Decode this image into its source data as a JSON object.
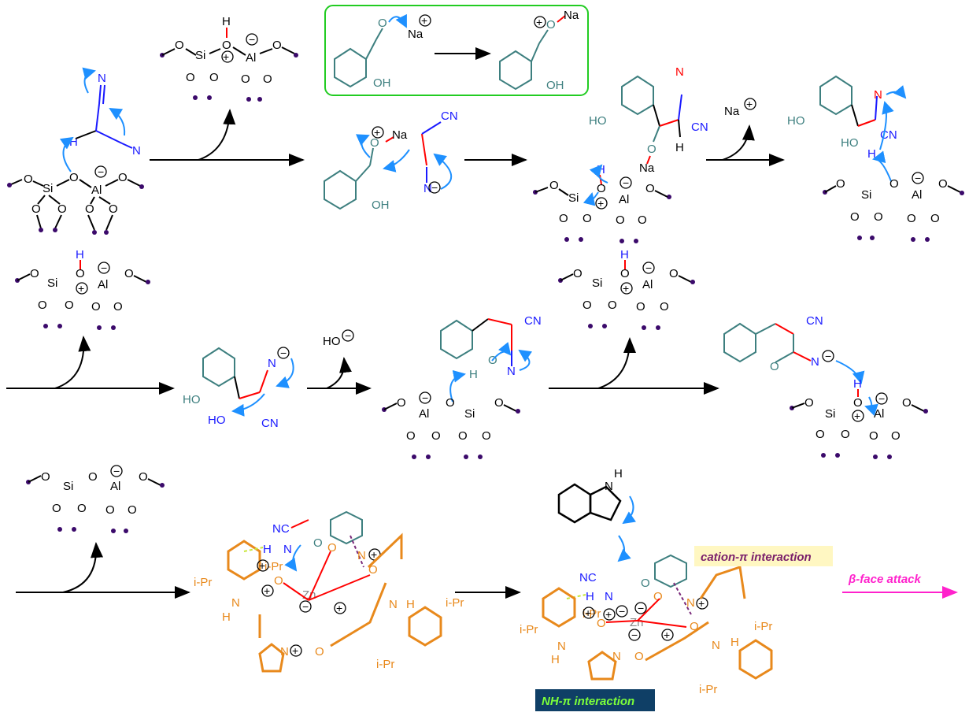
{
  "atoms": {
    "o": "O",
    "si": "Si",
    "al": "Al",
    "h": "H",
    "n": "N",
    "na": "Na",
    "oh": "OH",
    "ho": "HO",
    "cn": "CN",
    "nc": "NC",
    "zn": "Zn",
    "ipr": "i-Pr",
    "plus": "+",
    "minus": "−",
    "na_plus": "Na",
    "ho_minus": "HO"
  },
  "labels": {
    "cation_pi": "cation-π interaction",
    "nh_pi": "NH-π interaction",
    "beta_face": "β-face attack"
  },
  "colors": {
    "teal": "#3d7f7f",
    "blue": "#1a1aff",
    "red": "#ff0000",
    "orange": "#e8891c",
    "purple": "#3b0a6b",
    "curly": "#1e90ff",
    "green_box": "#22cc22",
    "cation_bg": "#fff7c2",
    "cation_text": "#7a1f6b",
    "nh_bg": "#0f3f66",
    "nh_text": "#7cff3a",
    "beta": "#ff22cc",
    "yellow_dash": "#c8e63a",
    "purple_dash": "#7a2a7a"
  }
}
